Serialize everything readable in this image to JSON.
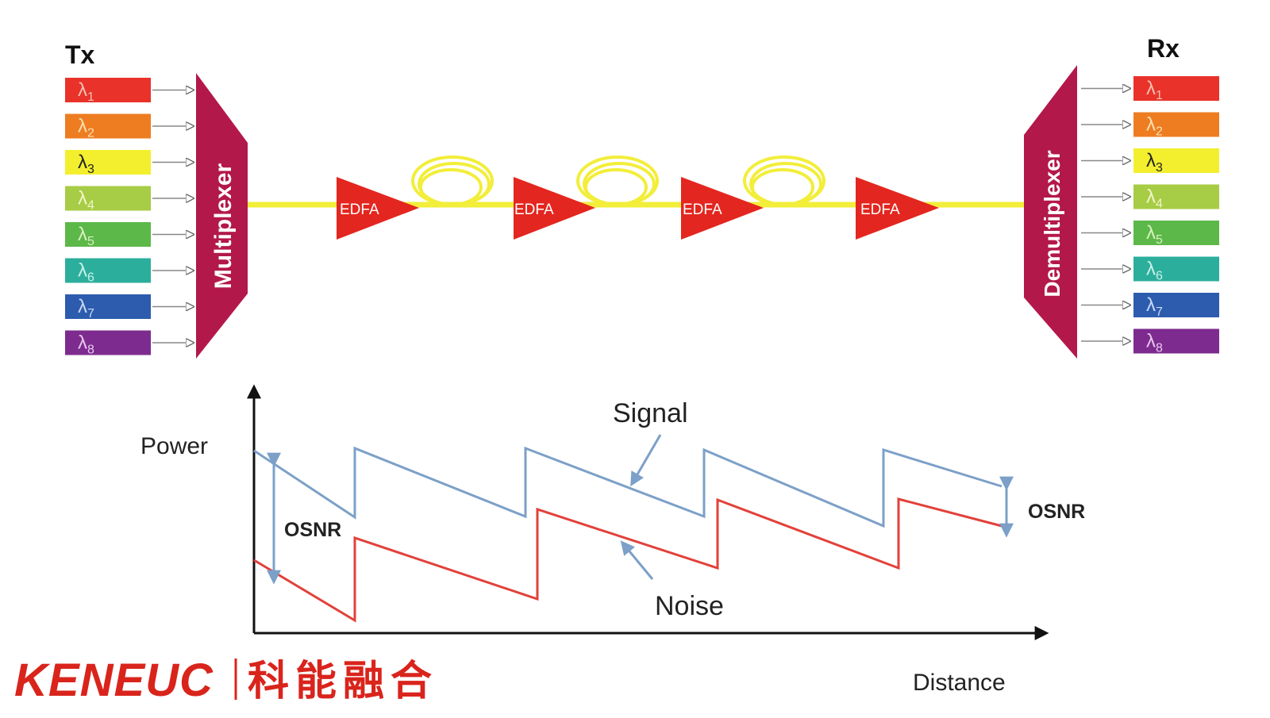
{
  "tx": {
    "title": "Tx",
    "channels": [
      {
        "label": "λ1",
        "sym": "λ",
        "sub": "1",
        "color": "#e8322a",
        "text_color": "#f6c0b0"
      },
      {
        "label": "λ2",
        "sym": "λ",
        "sub": "2",
        "color": "#ee7d22",
        "text_color": "#fbe0b0"
      },
      {
        "label": "λ3",
        "sym": "λ",
        "sub": "3",
        "color": "#f3ef2e",
        "text_color": "#222222"
      },
      {
        "label": "λ4",
        "sym": "λ",
        "sub": "4",
        "color": "#a7cc45",
        "text_color": "#f0f6c8"
      },
      {
        "label": "λ5",
        "sym": "λ",
        "sub": "5",
        "color": "#5cb848",
        "text_color": "#d8f0c0"
      },
      {
        "label": "λ6",
        "sym": "λ",
        "sub": "6",
        "color": "#2cae9c",
        "text_color": "#c8f0e8"
      },
      {
        "label": "λ7",
        "sym": "λ",
        "sub": "7",
        "color": "#2d5cae",
        "text_color": "#c8d8f6"
      },
      {
        "label": "λ8",
        "sym": "λ",
        "sub": "8",
        "color": "#7d2b8e",
        "text_color": "#e8c8f0"
      }
    ]
  },
  "rx": {
    "title": "Rx",
    "channels": [
      {
        "label": "λ1",
        "sym": "λ",
        "sub": "1",
        "color": "#e8322a",
        "text_color": "#f6c0b0"
      },
      {
        "label": "λ2",
        "sym": "λ",
        "sub": "2",
        "color": "#ee7d22",
        "text_color": "#fbe0b0"
      },
      {
        "label": "λ3",
        "sym": "λ",
        "sub": "3",
        "color": "#f3ef2e",
        "text_color": "#222222"
      },
      {
        "label": "λ4",
        "sym": "λ",
        "sub": "4",
        "color": "#a7cc45",
        "text_color": "#f0f6c8"
      },
      {
        "label": "λ5",
        "sym": "λ",
        "sub": "5",
        "color": "#5cb848",
        "text_color": "#d8f0c0"
      },
      {
        "label": "λ6",
        "sym": "λ",
        "sub": "6",
        "color": "#2cae9c",
        "text_color": "#c8f0e8"
      },
      {
        "label": "λ7",
        "sym": "λ",
        "sub": "7",
        "color": "#2d5cae",
        "text_color": "#c8d8f6"
      },
      {
        "label": "λ8",
        "sym": "λ",
        "sub": "8",
        "color": "#7d2b8e",
        "text_color": "#e8c8f0"
      }
    ]
  },
  "multiplexer": {
    "label": "Multiplexer",
    "color": "#b3184a"
  },
  "demultiplexer": {
    "label": "Demultiplexer",
    "color": "#b3184a"
  },
  "fiber_color": "#f2ee3a",
  "amplifiers": [
    {
      "label": "EDFA",
      "color": "#e3261f"
    },
    {
      "label": "EDFA",
      "color": "#e3261f"
    },
    {
      "label": "EDFA",
      "color": "#e3261f"
    },
    {
      "label": "EDFA",
      "color": "#e3261f"
    }
  ],
  "graph": {
    "y_axis_label": "Power",
    "x_axis_label": "Distance",
    "signal_label": "Signal",
    "noise_label": "Noise",
    "osnr_left_label": "OSNR",
    "osnr_right_label": "OSNR",
    "signal_color": "#7ca0c8",
    "noise_color": "#e2413a",
    "arrow_color": "#7ca0c8"
  },
  "brand": {
    "name": "KENEUC",
    "chinese": "科能融合",
    "color": "#d9241c"
  }
}
